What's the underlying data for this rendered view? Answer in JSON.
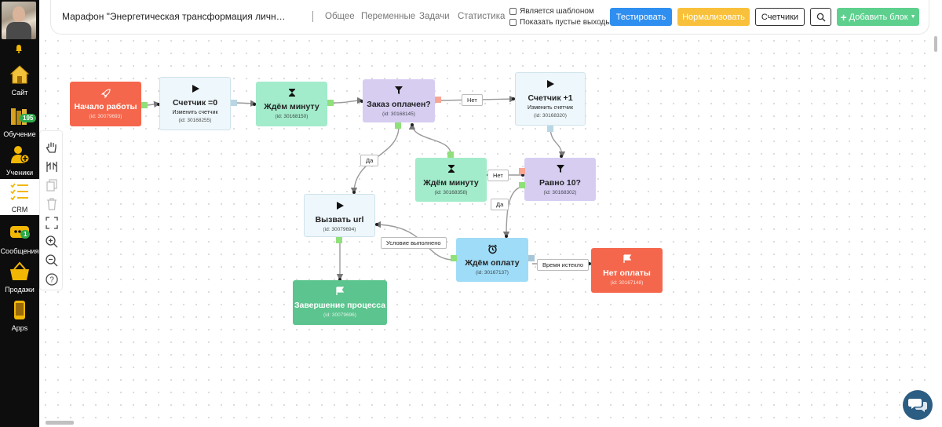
{
  "sidebar": {
    "items": [
      {
        "label": "Сайт",
        "icon": "house-icon"
      },
      {
        "label": "Обучение",
        "icon": "books-icon",
        "badge": "195"
      },
      {
        "label": "Ученики",
        "icon": "add-user-icon"
      },
      {
        "label": "CRM",
        "icon": "checklist-icon"
      },
      {
        "label": "Сообщения",
        "icon": "chat-icon",
        "badge": "1"
      },
      {
        "label": "Продажи",
        "icon": "basket-icon"
      },
      {
        "label": "Apps",
        "icon": "phone-icon"
      }
    ]
  },
  "header": {
    "title": "Марафон \"Энергетическая трансформация личности\" I...",
    "tabs": [
      "Общее",
      "Переменные",
      "Задачи",
      "Статистика"
    ],
    "checkboxes": [
      "Является шаблоном",
      "Показать пустые выходы"
    ],
    "buttons": {
      "test": "Тестировать",
      "normalize": "Нормализовать",
      "counters": "Счетчики",
      "add_block": "Добавить блок"
    }
  },
  "colors": {
    "start": "#f5674c",
    "action": "#eef7fb",
    "wait": "#a2ebcb",
    "condition": "#d6cdf1",
    "timer": "#9fdcf7",
    "finish": "#5cc48e",
    "fail": "#f5674c",
    "primary_button": "#2f8ff0",
    "warning_button": "#f9c13b",
    "add_button": "#5ed08e"
  },
  "nodes": {
    "start": {
      "title": "Начало работы",
      "id": "(id: 30079693)"
    },
    "counter0": {
      "title": "Счетчик =0",
      "sub": "Изменить счетчик",
      "id": "(id: 30168255)"
    },
    "wait1": {
      "title": "Ждём минуту",
      "id": "(id: 30168150)"
    },
    "paid": {
      "title": "Заказ оплачен?",
      "id": "(id: 30168145)"
    },
    "counter1": {
      "title": "Счетчик +1",
      "sub": "Изменить счетчик",
      "id": "(id: 30168320)"
    },
    "wait2": {
      "title": "Ждём минуту",
      "id": "(id: 30168358)"
    },
    "equal10": {
      "title": "Равно 10?",
      "id": "(id: 30168302)"
    },
    "callurl": {
      "title": "Вызвать url",
      "id": "(id: 30079694)"
    },
    "waitpay": {
      "title": "Ждём оплату",
      "id": "(id: 30167137)"
    },
    "nopay": {
      "title": "Нет оплаты",
      "id": "(id: 30167148)"
    },
    "finish": {
      "title": "Завершение процесса",
      "id": "(id: 30079696)"
    }
  },
  "edge_labels": {
    "no1": "Нет",
    "yes1": "Да",
    "no2": "Нет",
    "yes2": "Да",
    "cond": "Условие выполнено",
    "timeout": "Время истекло"
  }
}
